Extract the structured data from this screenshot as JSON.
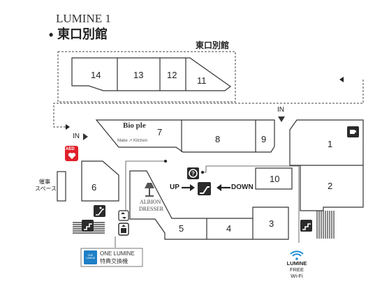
{
  "header": {
    "brand": "LUMINE 1",
    "bullet": "•",
    "section": "東口別館"
  },
  "annex_label": "東口別館",
  "shops": {
    "s14": "14",
    "s13": "13",
    "s12": "12",
    "s11": "11",
    "s7": "7",
    "s8": "8",
    "s9": "9",
    "s1": "1",
    "s2": "2",
    "s10": "10",
    "s6": "6",
    "s5": "5",
    "s4": "4",
    "s3": "3"
  },
  "entrances": {
    "in_left": "IN",
    "in_top": "IN"
  },
  "escalator": {
    "up": "UP",
    "down": "DOWN"
  },
  "event_space": {
    "line1": "催事",
    "line2": "スペース"
  },
  "aed": "AED",
  "biople": {
    "logo": "Bio ple",
    "sub": "Make ↗ Kitchen"
  },
  "albion": {
    "line1": "ALBION",
    "line2": "DRESSER"
  },
  "one_lumine": {
    "logo": "ONE LUMINE",
    "brand": "ONE LUMINE",
    "text": "特典交換機"
  },
  "wifi": {
    "line1": "LUMINE",
    "line2": "FREE",
    "line3": "Wi-Fi"
  },
  "colors": {
    "wall": "#333333",
    "dark": "#2b2b2b",
    "aed_red": "#e0202a",
    "one_blue": "#1e7fc6",
    "wifi_blue": "#1f8fd8"
  },
  "icons": [
    "cafe-icon",
    "info-icon",
    "escalator-icon",
    "stairs-icon",
    "elevator-icon",
    "restroom-icon",
    "aed-icon",
    "lamp-icon",
    "wifi-icon"
  ]
}
